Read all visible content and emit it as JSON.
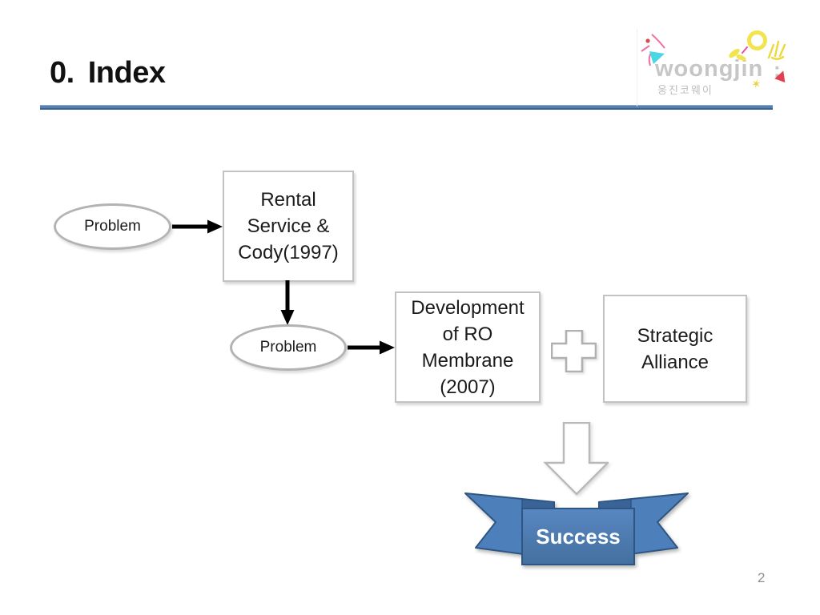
{
  "slide": {
    "title": "0. Index",
    "page_number": "2"
  },
  "logo": {
    "brand": "woongjin",
    "colon": ":",
    "brand_korean": "웅진코웨이"
  },
  "diagram": {
    "problem_oval_1": "Problem",
    "rental_box": "Rental\nService &\nCody(1997)",
    "problem_oval_2": "Problem",
    "membrane_box": "Development\nof RO\nMembrane\n(2007)",
    "alliance_box": "Strategic\nAlliance",
    "success_ribbon": "Success"
  },
  "icons": {
    "sparkle_glyph": "✶",
    "plus_connector": "outlined-plus-cross",
    "down_block_arrow": "outlined-down-arrow",
    "flow_arrow": "solid-black-arrow"
  },
  "colors": {
    "ribbon_fill": "#4d7fba",
    "ribbon_fold": "#3a6397",
    "ribbon_border": "#2d5682",
    "title_rule_blue": "#5580b0",
    "shape_border_gray": "#c2c2c2",
    "outline_shape_gray": "#b0b0b0",
    "arrow_black": "#000000",
    "page_number_gray": "#8f8f8f"
  }
}
